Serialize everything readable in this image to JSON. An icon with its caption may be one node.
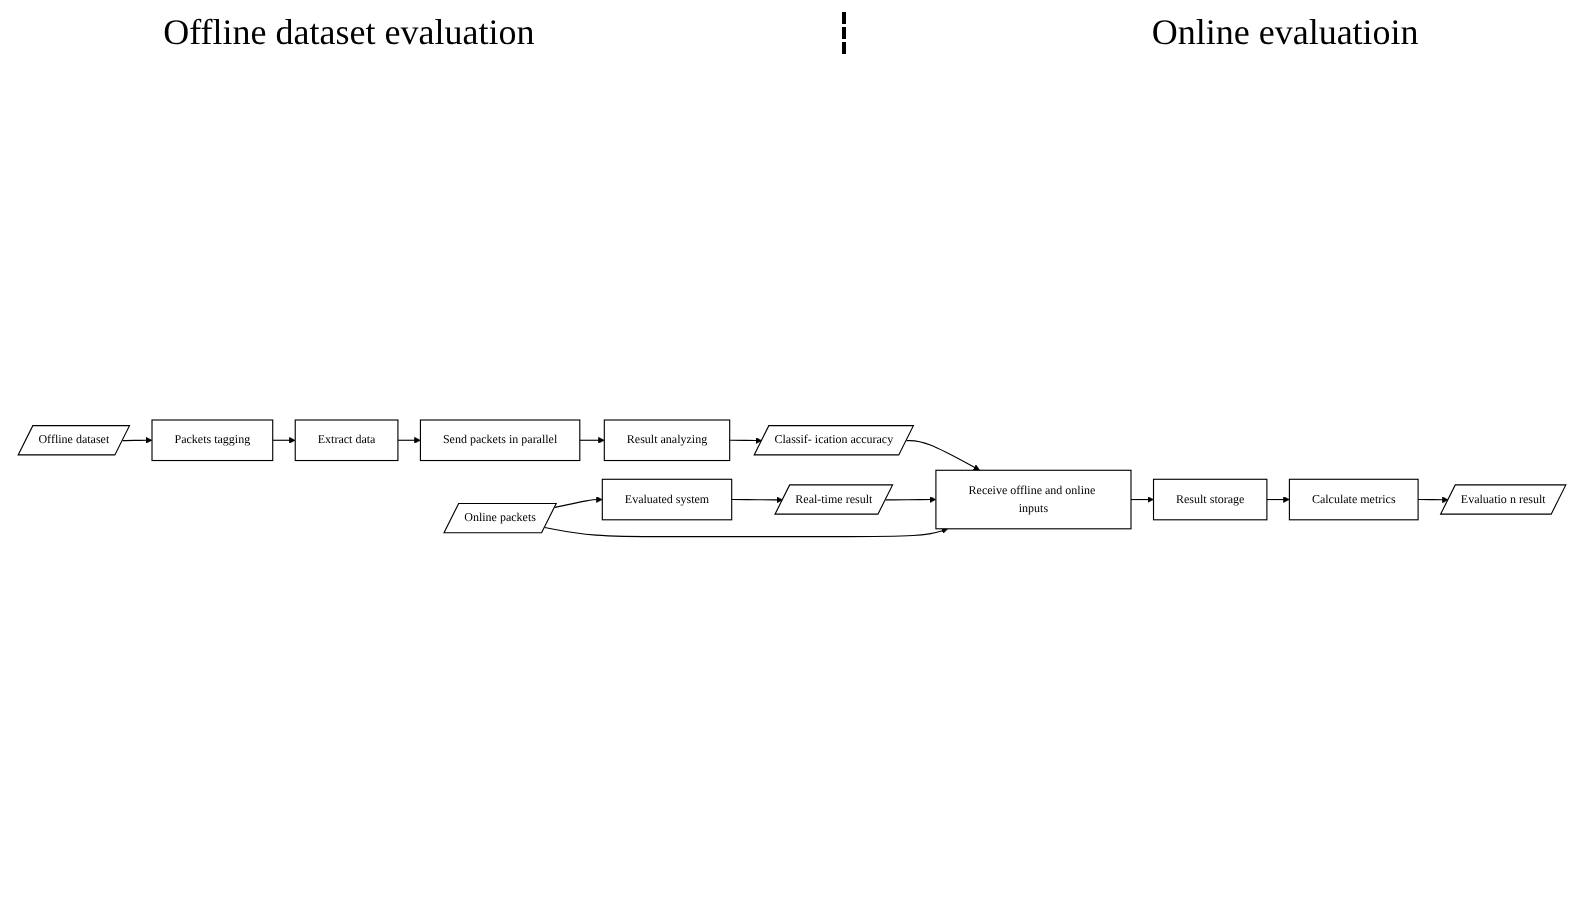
{
  "diagram": {
    "nodes": [
      {
        "text": [
          "Offline dataset"
        ]
      },
      {
        "text": [
          "Packets tagging"
        ]
      },
      {
        "text": [
          "Extract data"
        ]
      },
      {
        "text": [
          "Send packets in parallel"
        ]
      },
      {
        "text": [
          "Result analyzing"
        ]
      },
      {
        "text": [
          "Classif- ication accuracy"
        ]
      },
      {
        "text": [
          "Receive offline and online inputs"
        ]
      },
      {
        "text": [
          "Real-time result"
        ]
      },
      {
        "text": [
          "Evaluated system"
        ]
      },
      {
        "text": [
          "Online packets"
        ]
      },
      {
        "text": [
          "Result storage"
        ]
      },
      {
        "text": [
          "Calculate metrics"
        ]
      },
      {
        "text": [
          "Evaluatio n result"
        ]
      }
    ],
    "edges": [
      {
        "from": 0,
        "to": 1,
        "arrow": "to"
      },
      {
        "from": 1,
        "to": 2,
        "arrow": "to"
      },
      {
        "from": 2,
        "to": 3,
        "arrow": "to"
      },
      {
        "from": 3,
        "to": 4,
        "arrow": "to"
      },
      {
        "from": 4,
        "to": 5,
        "arrow": "to"
      },
      {
        "from": 5,
        "to": 6,
        "arrow": "to"
      },
      {
        "from": 9,
        "to": 8,
        "arrow": "to"
      },
      {
        "from": 8,
        "to": 7,
        "arrow": "to"
      },
      {
        "from": 7,
        "to": 6,
        "arrow": "to"
      },
      {
        "from": 9,
        "to": 6,
        "arrow": "to"
      },
      {
        "from": 6,
        "to": 10,
        "arrow": "to"
      },
      {
        "from": 10,
        "to": 11,
        "arrow": "to"
      },
      {
        "from": 11,
        "to": 12,
        "arrow": "to"
      }
    ],
    "labels": [
      "Offline dataset evaluation",
      "Online evaluatioin"
    ]
  }
}
